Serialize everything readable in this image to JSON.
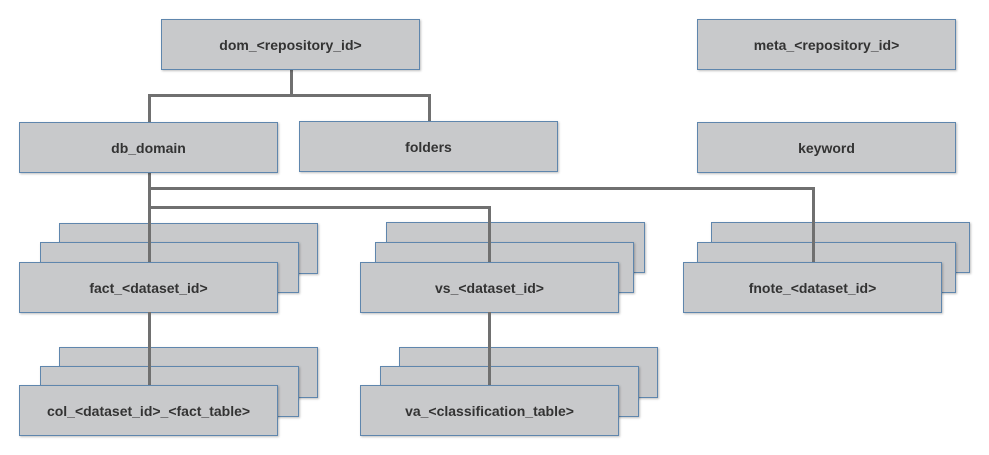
{
  "diagram": {
    "nodes": {
      "dom": "dom_<repository_id>",
      "meta": "meta_<repository_id>",
      "db_domain": "db_domain",
      "folders": "folders",
      "keyword": "keyword",
      "fact": "fact_<dataset_id>",
      "vs": "vs_<dataset_id>",
      "fnote": "fnote_<dataset_id>",
      "col": "col_<dataset_id>_<fact_table>",
      "va": "va_<classification_table>"
    },
    "colors": {
      "box_fill": "#c8c9cb",
      "box_border": "#5f86ad",
      "connector": "#707070",
      "text": "#333333"
    }
  }
}
